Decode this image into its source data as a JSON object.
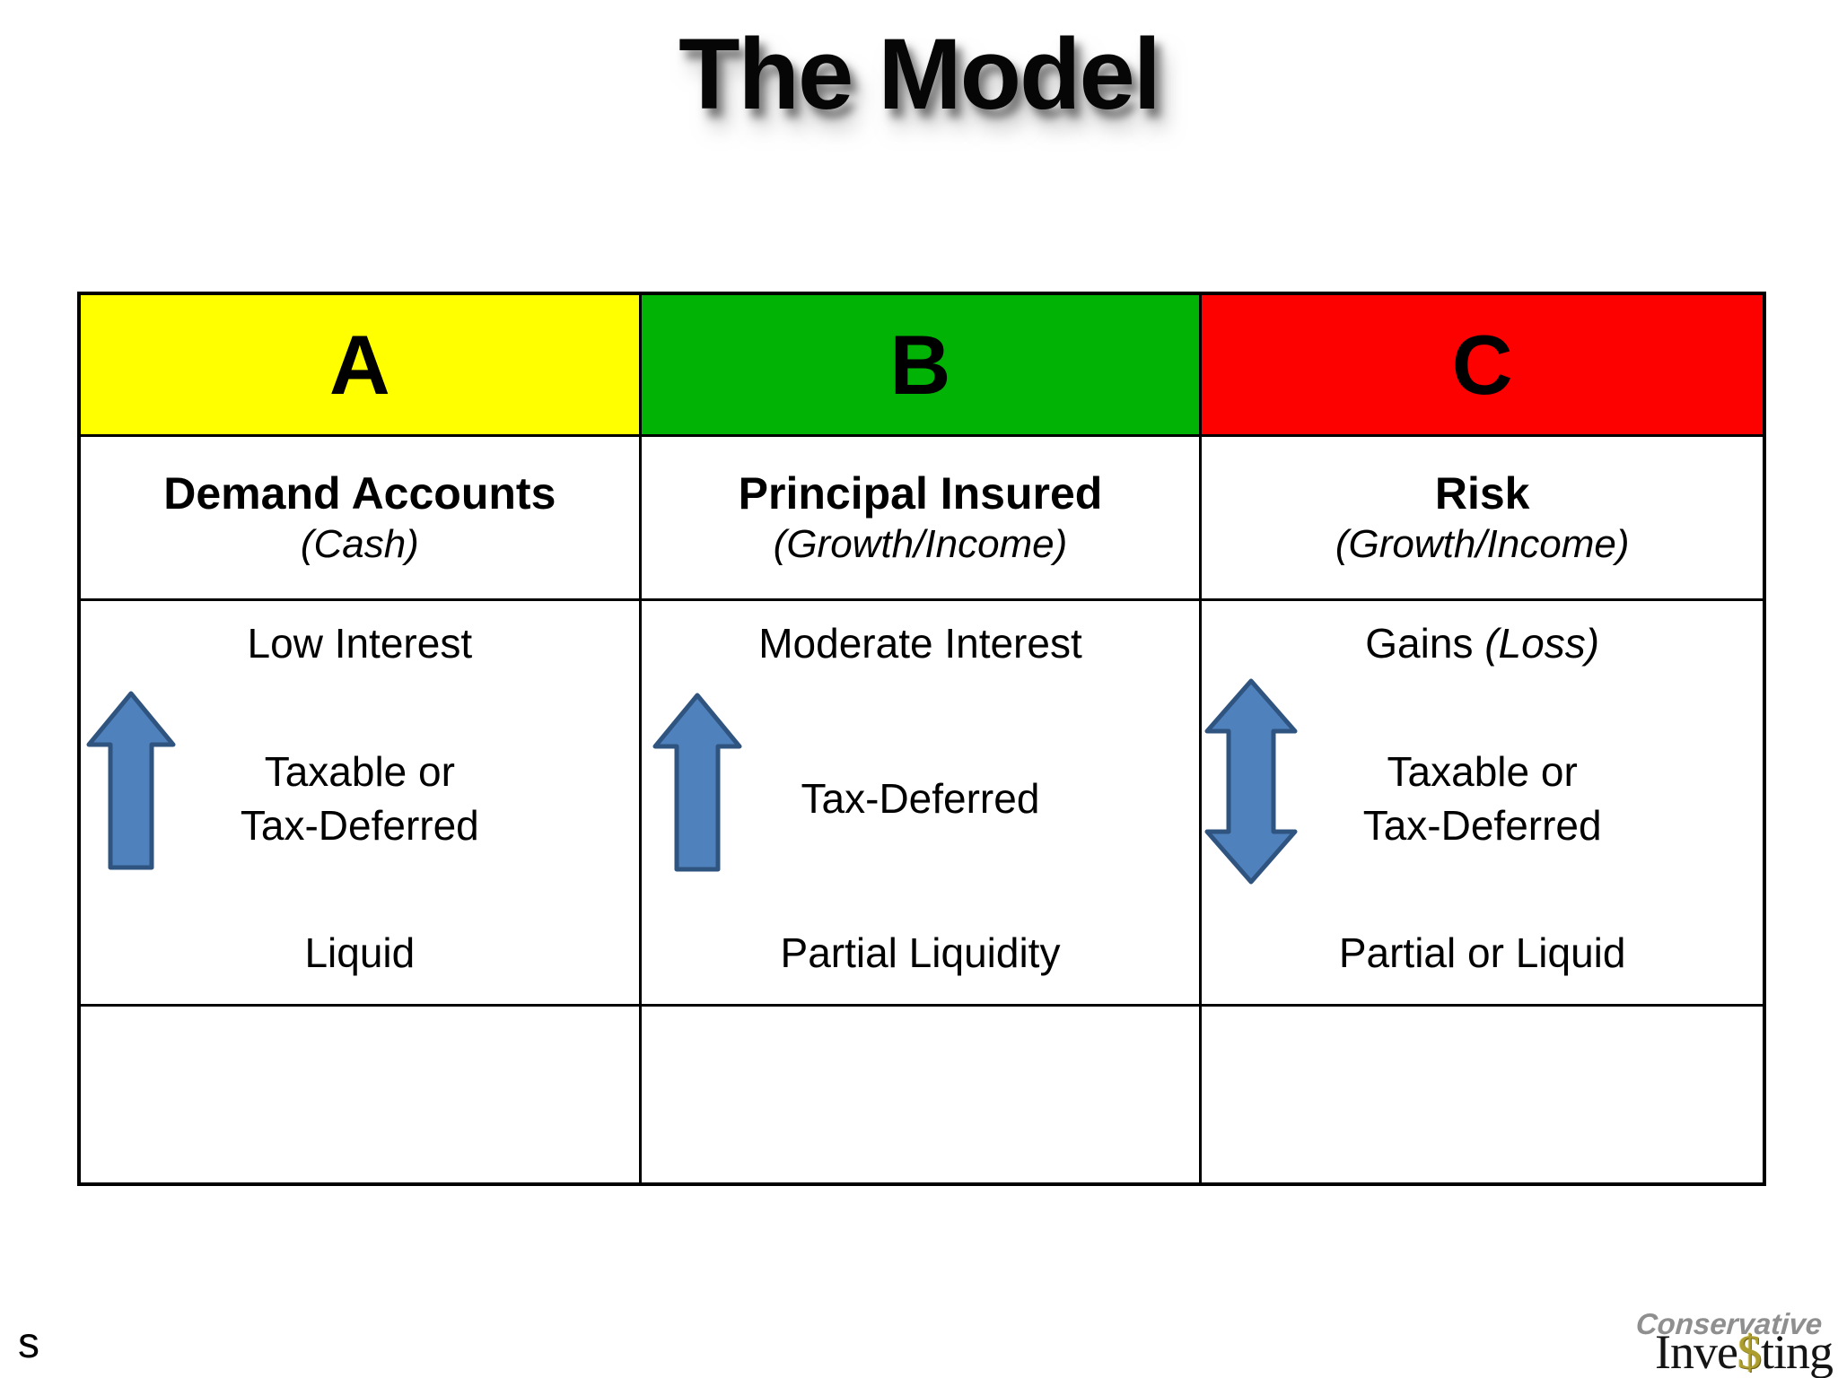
{
  "title": "The Model",
  "footer_char": "s",
  "logo": {
    "top": "Conservative",
    "bottom_pre": "Inve",
    "dollar": "$",
    "bottom_post": "ting"
  },
  "colors": {
    "header_a": "#ffff00",
    "header_b": "#00b304",
    "header_c": "#fd0000",
    "arrow_fill": "#4f81bd",
    "arrow_stroke": "#2f5480",
    "header_a_style": "background:#ffff00",
    "header_b_style": "background:#00b304",
    "header_c_style": "background:#fd0000"
  },
  "table": {
    "columns": [
      {
        "letter": "A",
        "header": "Demand Accounts",
        "subheader": "(Cash)",
        "top": "Low Interest",
        "top_italic": "",
        "mid1": "Taxable or",
        "mid2": "Tax-Deferred",
        "bottom": "Liquid",
        "arrow": "up-arrow"
      },
      {
        "letter": "B",
        "header": "Principal Insured",
        "subheader": "(Growth/Income)",
        "top": "Moderate Interest",
        "top_italic": "",
        "mid1": "Tax-Deferred",
        "mid2": "",
        "bottom": "Partial Liquidity",
        "arrow": "up-arrow"
      },
      {
        "letter": "C",
        "header": "Risk",
        "subheader": "(Growth/Income)",
        "top": "Gains ",
        "top_italic": "(Loss)",
        "mid1": "Taxable or",
        "mid2": "Tax-Deferred",
        "bottom": "Partial or Liquid",
        "arrow": "up-down-arrow"
      }
    ]
  }
}
